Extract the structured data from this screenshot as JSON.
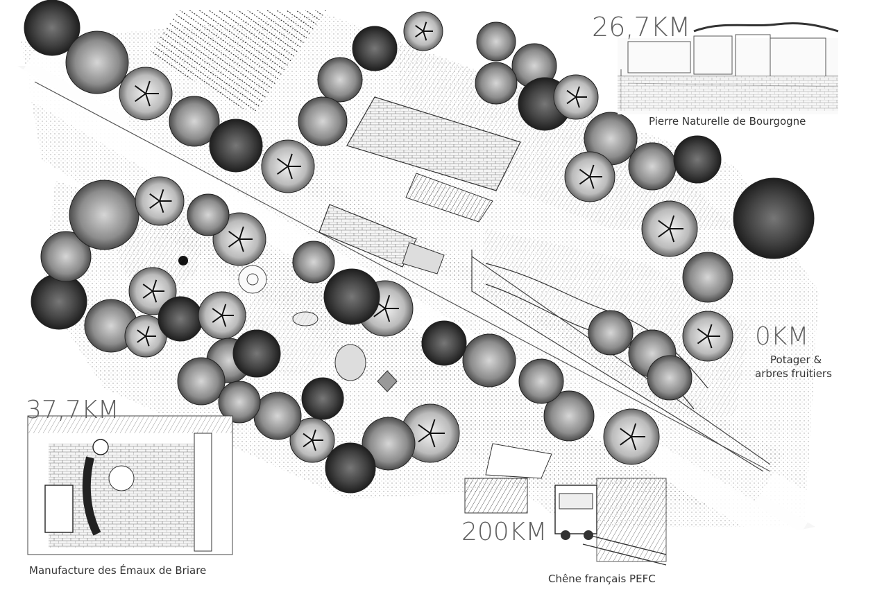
{
  "locations": [
    {
      "id": "quarry",
      "distance": "26,7KM",
      "label": "Pierre Naturelle de Bourgogne",
      "icon": "stone-quarry-sketch"
    },
    {
      "id": "garden",
      "distance": "0KM",
      "label_line1": "Potager &",
      "label_line2": "arbres fruitiers",
      "icon": "vegetable-garden-sketch"
    },
    {
      "id": "enamel",
      "distance": "37,7KM",
      "label": "Manufacture des Émaux de Briare",
      "icon": "enamel-kiln-worker-sketch"
    },
    {
      "id": "oak",
      "distance": "200KM",
      "label": "Chêne français PEFC",
      "icon": "timber-truck-sketch"
    }
  ],
  "colors": {
    "ink": "#2b2b2b",
    "dark_tree": "#3a3a3a",
    "mid_tree": "#8a8a8a",
    "path": "#eeeeee",
    "text": "#5f5f5f"
  }
}
